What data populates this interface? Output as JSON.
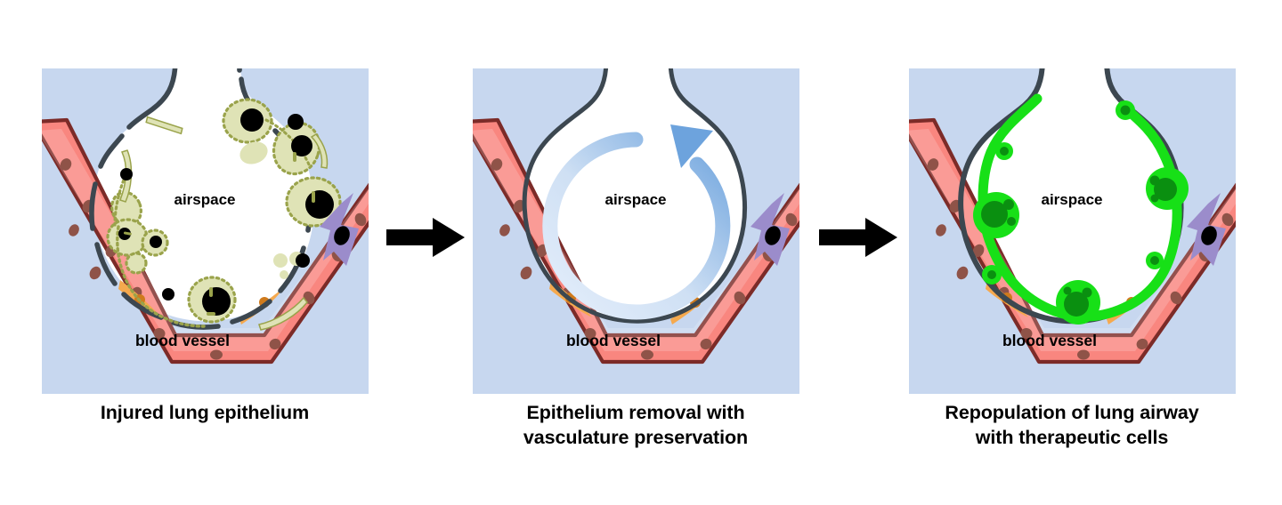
{
  "figure": {
    "type": "scientific-process-diagram",
    "background_color": "#ffffff",
    "panel_background_color": "#c7d7ef",
    "panel_count": 3
  },
  "panels": [
    {
      "id": "injured",
      "caption": "Injured lung epithelium",
      "labels": {
        "airspace": "airspace",
        "blood_vessel": "blood vessel"
      },
      "state": "damaged epithelium with sloughing cells",
      "colors": {
        "epithelium": "#dfe3b6",
        "epithelium_outline": "#9aa34b",
        "nucleus": "#000000",
        "basement_membrane": "#3c4750",
        "blood_vessel_fill": "#f9867f",
        "blood_vessel_outline": "#7c2b28",
        "fibroblast": "#9b8ccb",
        "smooth_muscle": "#f5a94e"
      }
    },
    {
      "id": "decellularized",
      "caption_line_1": "Epithelium removal with",
      "caption_line_2": "vasculature preservation",
      "caption": "Epithelium removal with vasculature preservation",
      "labels": {
        "airspace": "airspace",
        "blood_vessel": "blood vessel"
      },
      "state": "bare basement membrane, vasculature intact",
      "icon": "circular-recycle-arrow",
      "colors": {
        "arrow_light": "#dce8f7",
        "arrow_dark": "#6da3dd",
        "basement_membrane": "#3c4750",
        "blood_vessel_fill": "#f9867f",
        "blood_vessel_outline": "#7c2b28",
        "fibroblast": "#9b8ccb",
        "smooth_muscle": "#f5a94e"
      }
    },
    {
      "id": "repopulated",
      "caption_line_1": "Repopulation of lung airway",
      "caption_line_2": "with therapeutic cells",
      "caption": "Repopulation of lung airway with therapeutic cells",
      "labels": {
        "airspace": "airspace",
        "blood_vessel": "blood vessel"
      },
      "state": "new therapeutic epithelium lining airway",
      "colors": {
        "epithelium": "#17e017",
        "nucleus": "#0a8f10",
        "basement_membrane": "#3c4750",
        "blood_vessel_fill": "#f9867f",
        "blood_vessel_outline": "#7c2b28",
        "fibroblast": "#9b8ccb",
        "smooth_muscle": "#f5a94e"
      }
    }
  ],
  "arrows": [
    {
      "name": "arrow-panel1-to-panel2",
      "direction": "right",
      "color": "#000000"
    },
    {
      "name": "arrow-panel2-to-panel3",
      "direction": "right",
      "color": "#000000"
    }
  ]
}
